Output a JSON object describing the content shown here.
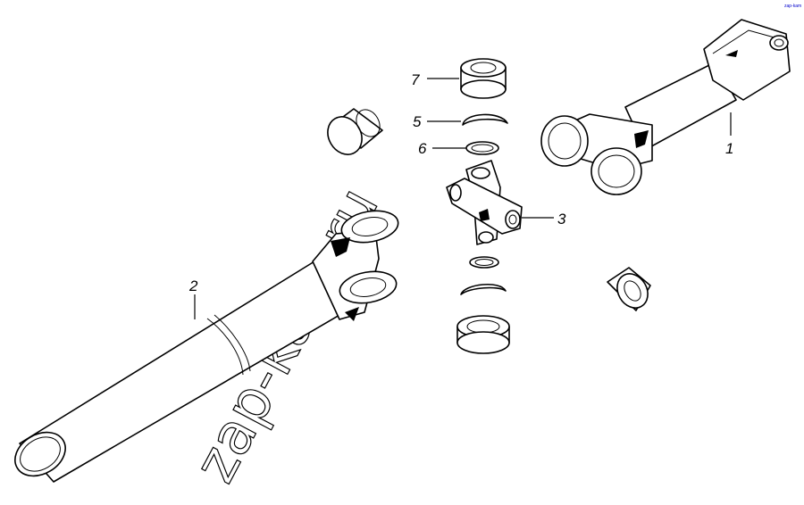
{
  "diagram": {
    "callouts": [
      {
        "id": "c1",
        "label": "1"
      },
      {
        "id": "c2",
        "label": "2"
      },
      {
        "id": "c3",
        "label": "3"
      },
      {
        "id": "c5",
        "label": "5"
      },
      {
        "id": "c6",
        "label": "6"
      },
      {
        "id": "c7",
        "label": "7"
      }
    ],
    "watermark": "zap-kam.ru",
    "corner_mark": "zap-kam",
    "colors": {
      "line": "#000000",
      "background": "#ffffff",
      "corner_mark": "#0000cc"
    }
  }
}
